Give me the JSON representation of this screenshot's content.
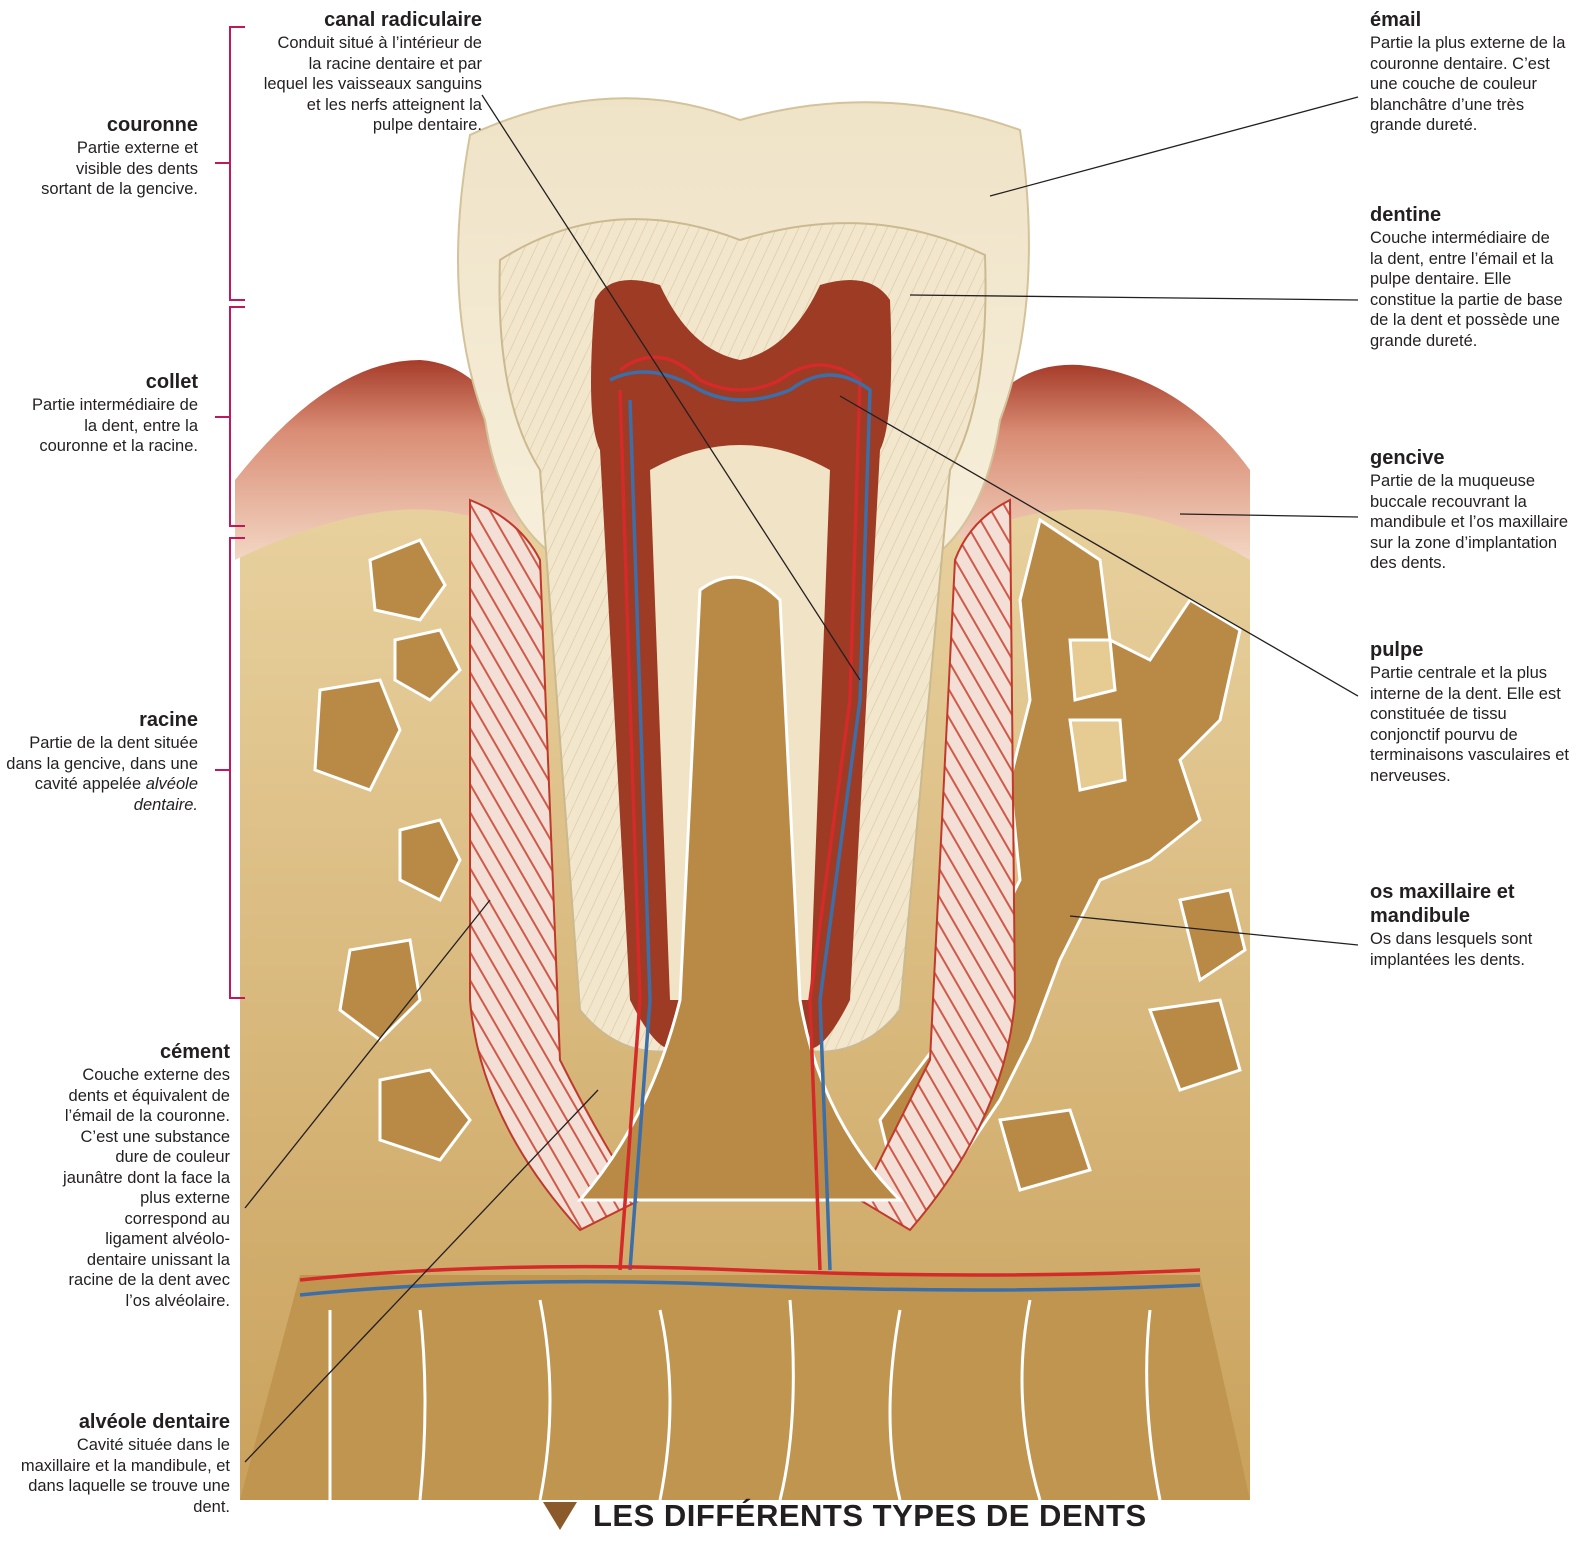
{
  "labels": {
    "couronne": {
      "title": "couronne",
      "desc": "Partie externe et visible des dents sortant de la gencive."
    },
    "collet": {
      "title": "collet",
      "desc": "Partie intermédiaire de la dent, entre la couronne et la racine."
    },
    "racine": {
      "title": "racine",
      "desc_a": "Partie de la dent située dans la gencive, dans une cavité appelée ",
      "desc_b": "alvéole dentaire."
    },
    "canal": {
      "title": "canal radiculaire",
      "desc": "Conduit situé à l’intérieur de la racine dentaire et par lequel les vaisseaux sanguins et les nerfs atteignent la pulpe dentaire."
    },
    "email": {
      "title": "émail",
      "desc": "Partie la plus externe de la couronne dentaire. C’est une couche de couleur blanchâtre d’une très grande dureté."
    },
    "dentine": {
      "title": "dentine",
      "desc": "Couche intermédiaire de la dent, entre l’émail et la pulpe dentaire. Elle constitue la partie de base de la dent et possède une grande dureté."
    },
    "gencive": {
      "title": "gencive",
      "desc": "Partie de la muqueuse buccale recouvrant la mandibule et l’os maxillaire sur la zone d’implantation des dents."
    },
    "pulpe": {
      "title": "pulpe",
      "desc": "Partie centrale et la plus interne de la dent. Elle est constituée de tissu conjonctif pourvu de terminaisons vasculaires et nerveuses."
    },
    "os": {
      "title": "os maxillaire et mandibule",
      "desc": "Os dans lesquels sont implantées les dents."
    },
    "cement": {
      "title": "cément",
      "desc": "Couche externe des dents et équivalent de l’émail de la couronne. C’est une substance dure de couleur jaunâtre dont la face la plus externe correspond au ligament alvéolo-dentaire unissant la racine de la dent avec l’os alvéolaire."
    },
    "alveole": {
      "title": "alvéole dentaire",
      "desc": "Cavité située dans le maxillaire et la mandibule, et dans laquelle se trouve une dent."
    }
  },
  "footer": {
    "title": "LES DIFFÉRENTS TYPES DE DENTS"
  },
  "colors": {
    "bracket": "#c2185b",
    "bone": "#c9a25e",
    "bone_dark": "#a47a3c",
    "dentin": "#efe2c2",
    "enamel": "#f6ecd6",
    "pulp": "#9e3b24",
    "gum": "#a63c2a",
    "artery": "#d42a2a",
    "vein": "#3c6ea8",
    "triangle": "#8b5a2b"
  }
}
